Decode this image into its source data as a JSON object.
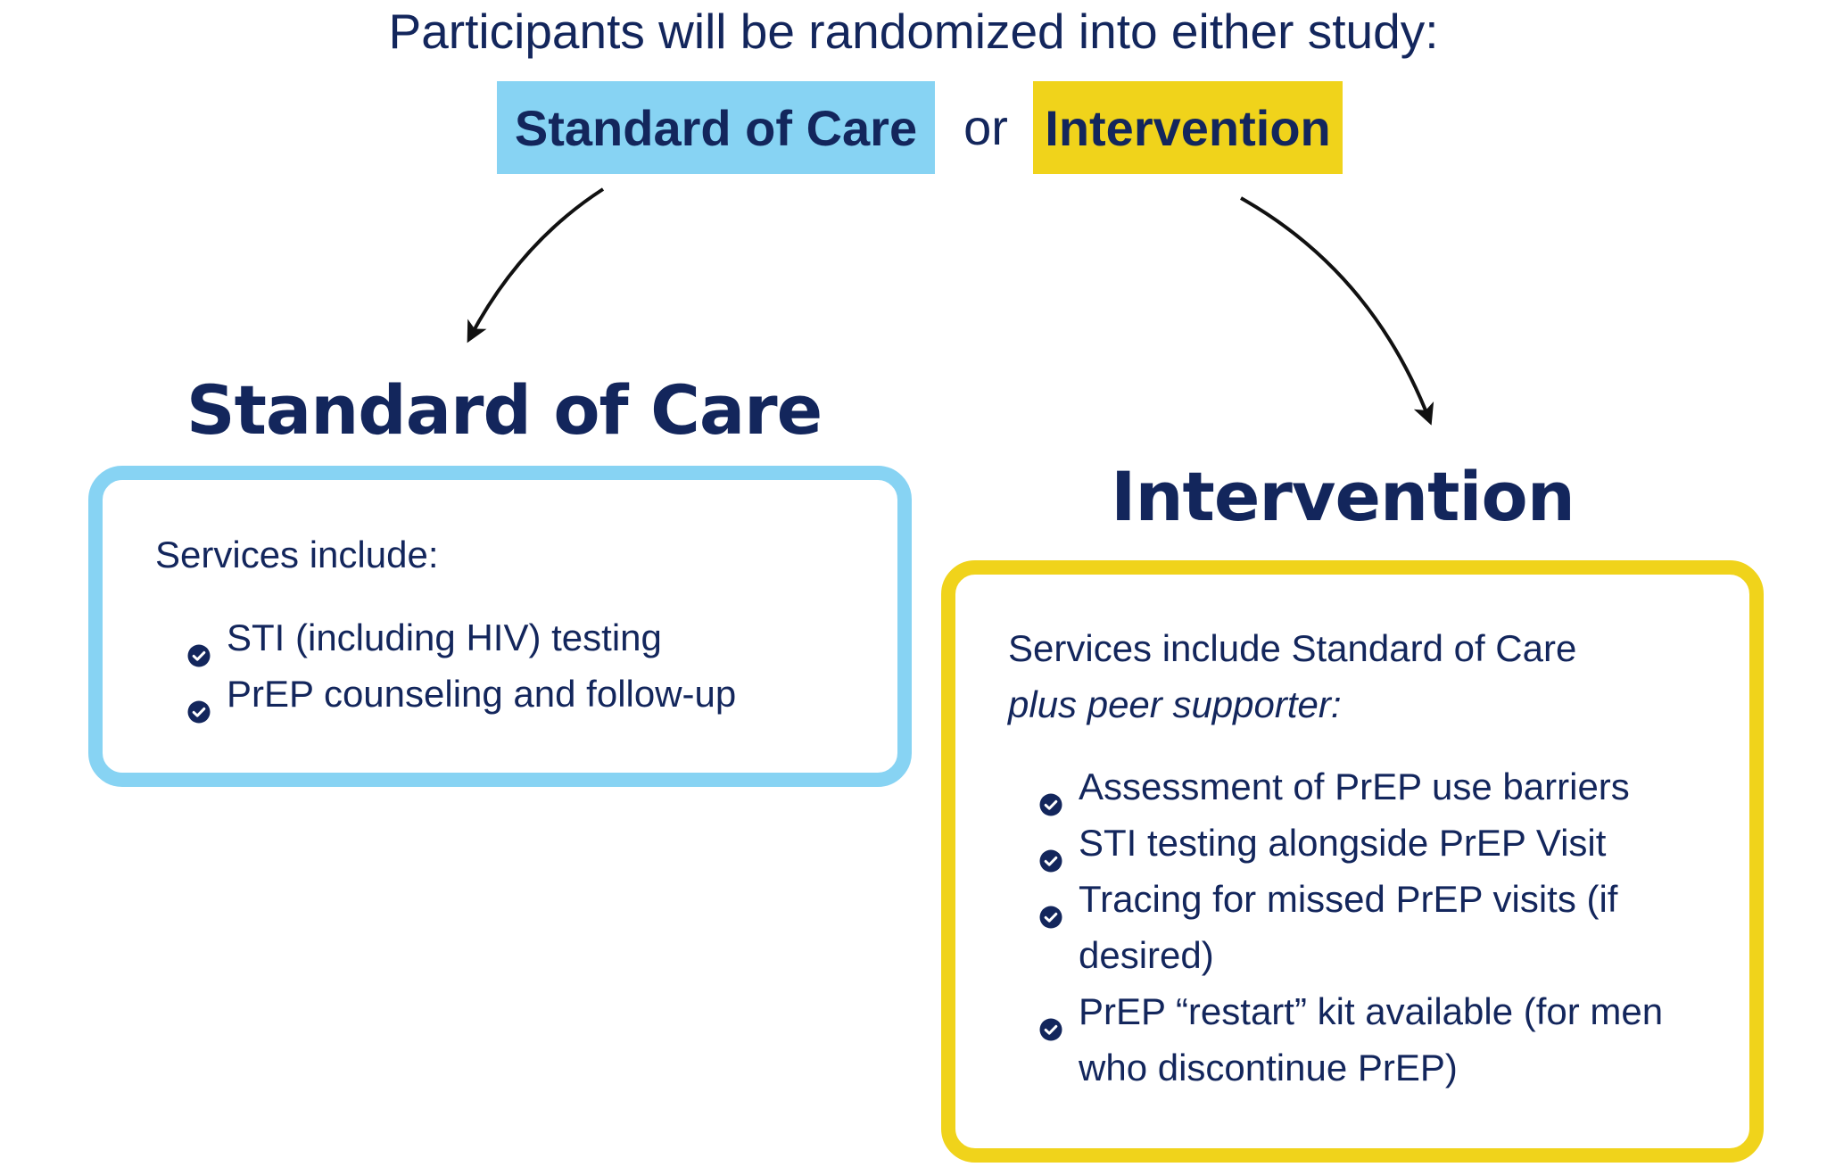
{
  "colors": {
    "navy": "#13265c",
    "standard_blue": "#87d3f3",
    "intervention_yellow": "#f0d31b",
    "arrow": "#111111"
  },
  "header": {
    "headline": "Participants will be randomized into either study:",
    "option_standard": "Standard of Care",
    "connector": "or",
    "option_intervention": "Intervention"
  },
  "standard": {
    "title": "Standard of Care",
    "intro": "Services include:",
    "items": [
      "STI (including HIV) testing",
      "PrEP counseling and follow-up"
    ]
  },
  "intervention": {
    "title": "Intervention",
    "intro_plain": "Services include Standard of Care",
    "intro_emphasis": "plus peer supporter:",
    "items": [
      "Assessment of PrEP use barriers",
      "STI testing alongside PrEP Visit",
      "Tracing for missed PrEP visits (if desired)",
      "PrEP “restart” kit available (for men who discontinue PrEP)"
    ]
  },
  "icons": {
    "bullet": "check-circle-icon",
    "flow": "curved-arrow-icon"
  }
}
